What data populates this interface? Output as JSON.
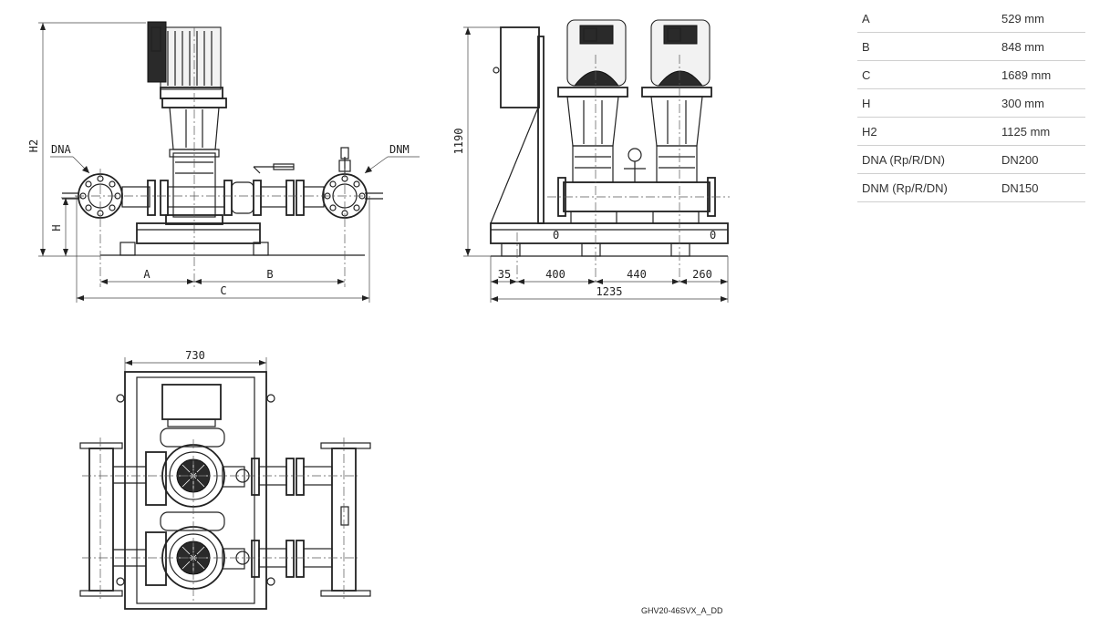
{
  "specs": [
    {
      "label": "A",
      "value": "529 mm"
    },
    {
      "label": "B",
      "value": "848 mm"
    },
    {
      "label": "C",
      "value": "1689 mm"
    },
    {
      "label": "H",
      "value": "300 mm"
    },
    {
      "label": "H2",
      "value": "1125 mm"
    },
    {
      "label": "DNA (Rp/R/DN)",
      "value": "DN200"
    },
    {
      "label": "DNM (Rp/R/DN)",
      "value": "DN150"
    }
  ],
  "front_view": {
    "dna": "DNA",
    "dnm": "DNM",
    "h2": "H2",
    "h": "H",
    "a": "A",
    "b": "B",
    "c": "C"
  },
  "side_view": {
    "height": "1190",
    "d1": "35",
    "d2": "400",
    "d3": "440",
    "d4": "260",
    "total": "1235",
    "mark_left": "0",
    "mark_right": "0"
  },
  "top_view": {
    "width": "730"
  },
  "caption": "GHV20-46SVX_A_DD"
}
